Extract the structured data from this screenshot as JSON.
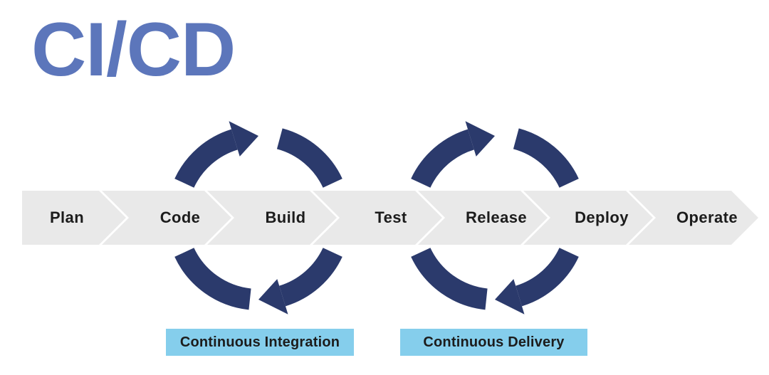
{
  "title": "CI/CD",
  "pipeline": {
    "stages": [
      "Plan",
      "Code",
      "Build",
      "Test",
      "Release",
      "Deploy",
      "Operate"
    ]
  },
  "loops": [
    {
      "id": "ci",
      "label": "Continuous Integration"
    },
    {
      "id": "cd",
      "label": "Continuous Delivery"
    }
  ],
  "icons": {
    "loop": "clockwise-circular-arrows"
  },
  "colors": {
    "title_blue": "#5C76BB",
    "navy": "#2B3A6C",
    "stage_gray": "#E9E9E9",
    "label_blue": "#85CEEC",
    "text_dark": "#1C1C1C",
    "background": "#FFFFFF"
  }
}
